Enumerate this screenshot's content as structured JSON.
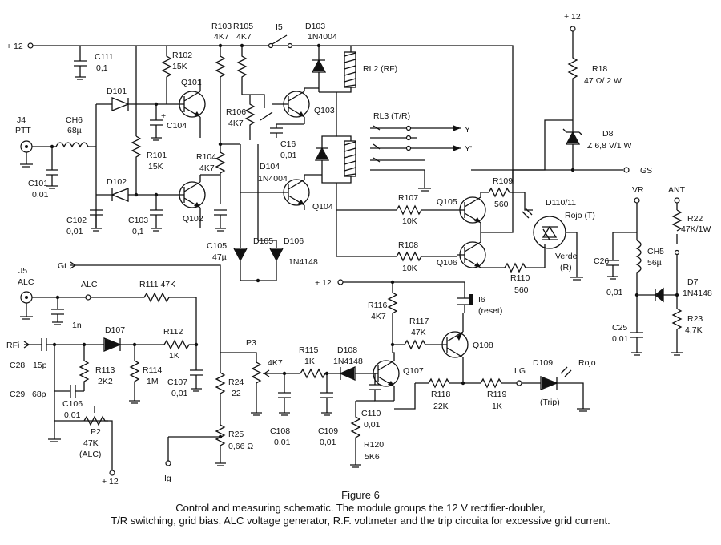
{
  "caption": {
    "title": "Figure 6",
    "line1": "Control and measuring schematic. The module groups the 12 V rectifier-doubler,",
    "line2": "T/R switching, grid bias, ALC voltage generator, R.F. voltmeter and the trip circuita for excessive grid current."
  },
  "labels": {
    "plus12_left": "+ 12",
    "plus12_right": "+ 12",
    "plus12_mid": "+ 12",
    "plus12_bottom": "+ 12",
    "j4": "J4",
    "ptt": "PTT",
    "ch6": "CH6",
    "ch6_val": "68µ",
    "c101": "C101",
    "c101_val": "0,01",
    "c111": "C111",
    "c111_val": "0,1",
    "d101": "D101",
    "d102": "D102",
    "r102": "R102",
    "r102_val": "15K",
    "r101": "R101",
    "r101_val": "15K",
    "c104": "C104",
    "c102": "C102",
    "c102_val": "0,01",
    "c103": "C103",
    "c103_val": "0,1",
    "q101": "Q101",
    "q102": "Q102",
    "r103": "R103",
    "r103_val": "4K7",
    "r105": "R105",
    "r105_val": "4K7",
    "i5": "I5",
    "d103": "D103",
    "d103_val": "1N4004",
    "rl2": "RL2 (RF)",
    "r106": "R106",
    "r106_val": "4K7",
    "q103": "Q103",
    "c16": "C16",
    "c16_val": "0,01",
    "r104": "R104",
    "r104_val": "4K7",
    "d104": "D104",
    "d104_val": "1N4004",
    "q104": "Q104",
    "c105": "C105",
    "c105_val": "47µ",
    "d105": "D105",
    "d106": "D106",
    "d106_val": "1N4148",
    "rl3": "RL3 (T/R)",
    "y": "Y",
    "yp": "Y'",
    "gs": "GS",
    "r18": "R18",
    "r18_val": "47 Ω/ 2 W",
    "d8": "D8",
    "d8_val": "Z 6,8 V/1 W",
    "r107": "R107",
    "r107_val": "10K",
    "r109": "R109",
    "r109_val": "560",
    "q105": "Q105",
    "d110": "D110/11",
    "rojo_t": "Rojo (T)",
    "verde": "Verde",
    "verde_r": "(R)",
    "r108": "R108",
    "r108_val": "10K",
    "q106": "Q106",
    "r110": "R110",
    "r110_val": "560",
    "vr": "VR",
    "ant": "ANT",
    "c26": "C26",
    "c26_val": "0,01",
    "ch5": "CH5",
    "ch5_val": "56µ",
    "r22": "R22",
    "r22_val": "47K/1W",
    "d7": "D7",
    "d7_val": "1N4148",
    "c25": "C25",
    "c25_val": "0,01",
    "r23": "R23",
    "r23_val": "4,7K",
    "gt": "Gt",
    "j5": "J5",
    "alc": "ALC",
    "alc_node": "ALC",
    "r111": "R111 47K",
    "c_1n": "1n",
    "rfi": "RFi",
    "d107": "D107",
    "r112": "R112",
    "r112_val": "1K",
    "c28": "C28",
    "c28_val": "15p",
    "r113": "R113",
    "r113_val": "2K2",
    "r114": "R114",
    "r114_val": "1M",
    "c107": "C107",
    "c107_val": "0,01",
    "c29": "C29",
    "c29_val": "68p",
    "c106": "C106",
    "c106_val": "0,01",
    "p2": "P2",
    "p2_val": "47K",
    "p2_alc": "(ALC)",
    "r24": "R24",
    "r24_val": "22",
    "r25": "R25",
    "r25_val": "0,66 Ω",
    "ig": "Ig",
    "p3": "P3",
    "p3_val": "4K7",
    "r115": "R115",
    "r115_val": "1K",
    "d108": "D108",
    "d108_val": "1N4148",
    "c108": "C108",
    "c108_val": "0,01",
    "c109": "C109",
    "c109_val": "0,01",
    "r116": "R116",
    "r116_val": "4K7",
    "r117": "R117",
    "r117_val": "47K",
    "i6": "I6",
    "i6_reset": "(reset)",
    "q108": "Q108",
    "q107": "Q107",
    "c110": "C110",
    "c110_val": "0,01",
    "r118": "R118",
    "r118_val": "22K",
    "r119": "R119",
    "r119_val": "1K",
    "lg": "LG",
    "d109": "D109",
    "rojo": "Rojo",
    "trip": "(Trip)",
    "r120": "R120",
    "r120_val": "5K6"
  }
}
